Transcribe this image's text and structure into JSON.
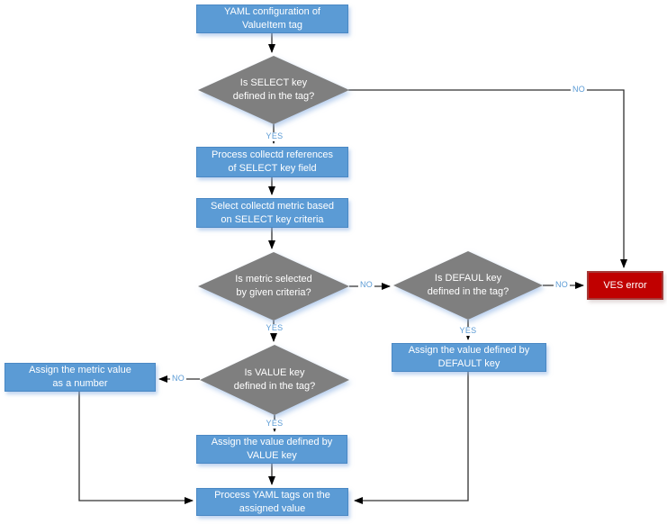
{
  "diagram": {
    "type": "flowchart",
    "colors": {
      "process_fill": "#5B9BD5",
      "process_border": "#4A88C4",
      "decision_fill": "#7F7F7F",
      "error_fill": "#C00000",
      "error_border": "#A53A38",
      "node_text": "#FFFFFF",
      "edge_label_text": "#5B9BD5",
      "connector": "#303030"
    },
    "nodes": {
      "start": {
        "label": "YAML configuration of\nValueItem tag",
        "type": "process"
      },
      "is_select": {
        "label": "Is SELECT key\ndefined in the tag?",
        "type": "decision"
      },
      "process_references": {
        "label": "Process collectd references\nof SELECT key field",
        "type": "process"
      },
      "select_metric": {
        "label": "Select collectd metric based\non SELECT key criteria",
        "type": "process"
      },
      "is_metric_selected": {
        "label": "Is metric selected\nby given criteria?",
        "type": "decision"
      },
      "is_default": {
        "label": "Is DEFAUL key\ndefined in the tag?",
        "type": "decision"
      },
      "ves_error": {
        "label": "VES error",
        "type": "error"
      },
      "assign_default": {
        "label": "Assign the value defined by\nDEFAULT key",
        "type": "process"
      },
      "is_value": {
        "label": "Is VALUE key\ndefined in the tag?",
        "type": "decision"
      },
      "assign_metric": {
        "label": "Assign the metric value\nas a number",
        "type": "process"
      },
      "assign_value": {
        "label": "Assign the value defined by\nVALUE key",
        "type": "process"
      },
      "process_yaml": {
        "label": "Process YAML tags on the\nassigned value",
        "type": "process"
      }
    },
    "edge_labels": {
      "select_yes": "YES",
      "select_no": "NO",
      "metric_yes": "YES",
      "metric_no": "NO",
      "default_yes": "YES",
      "default_no": "NO",
      "value_yes": "YES",
      "value_no": "NO"
    }
  }
}
